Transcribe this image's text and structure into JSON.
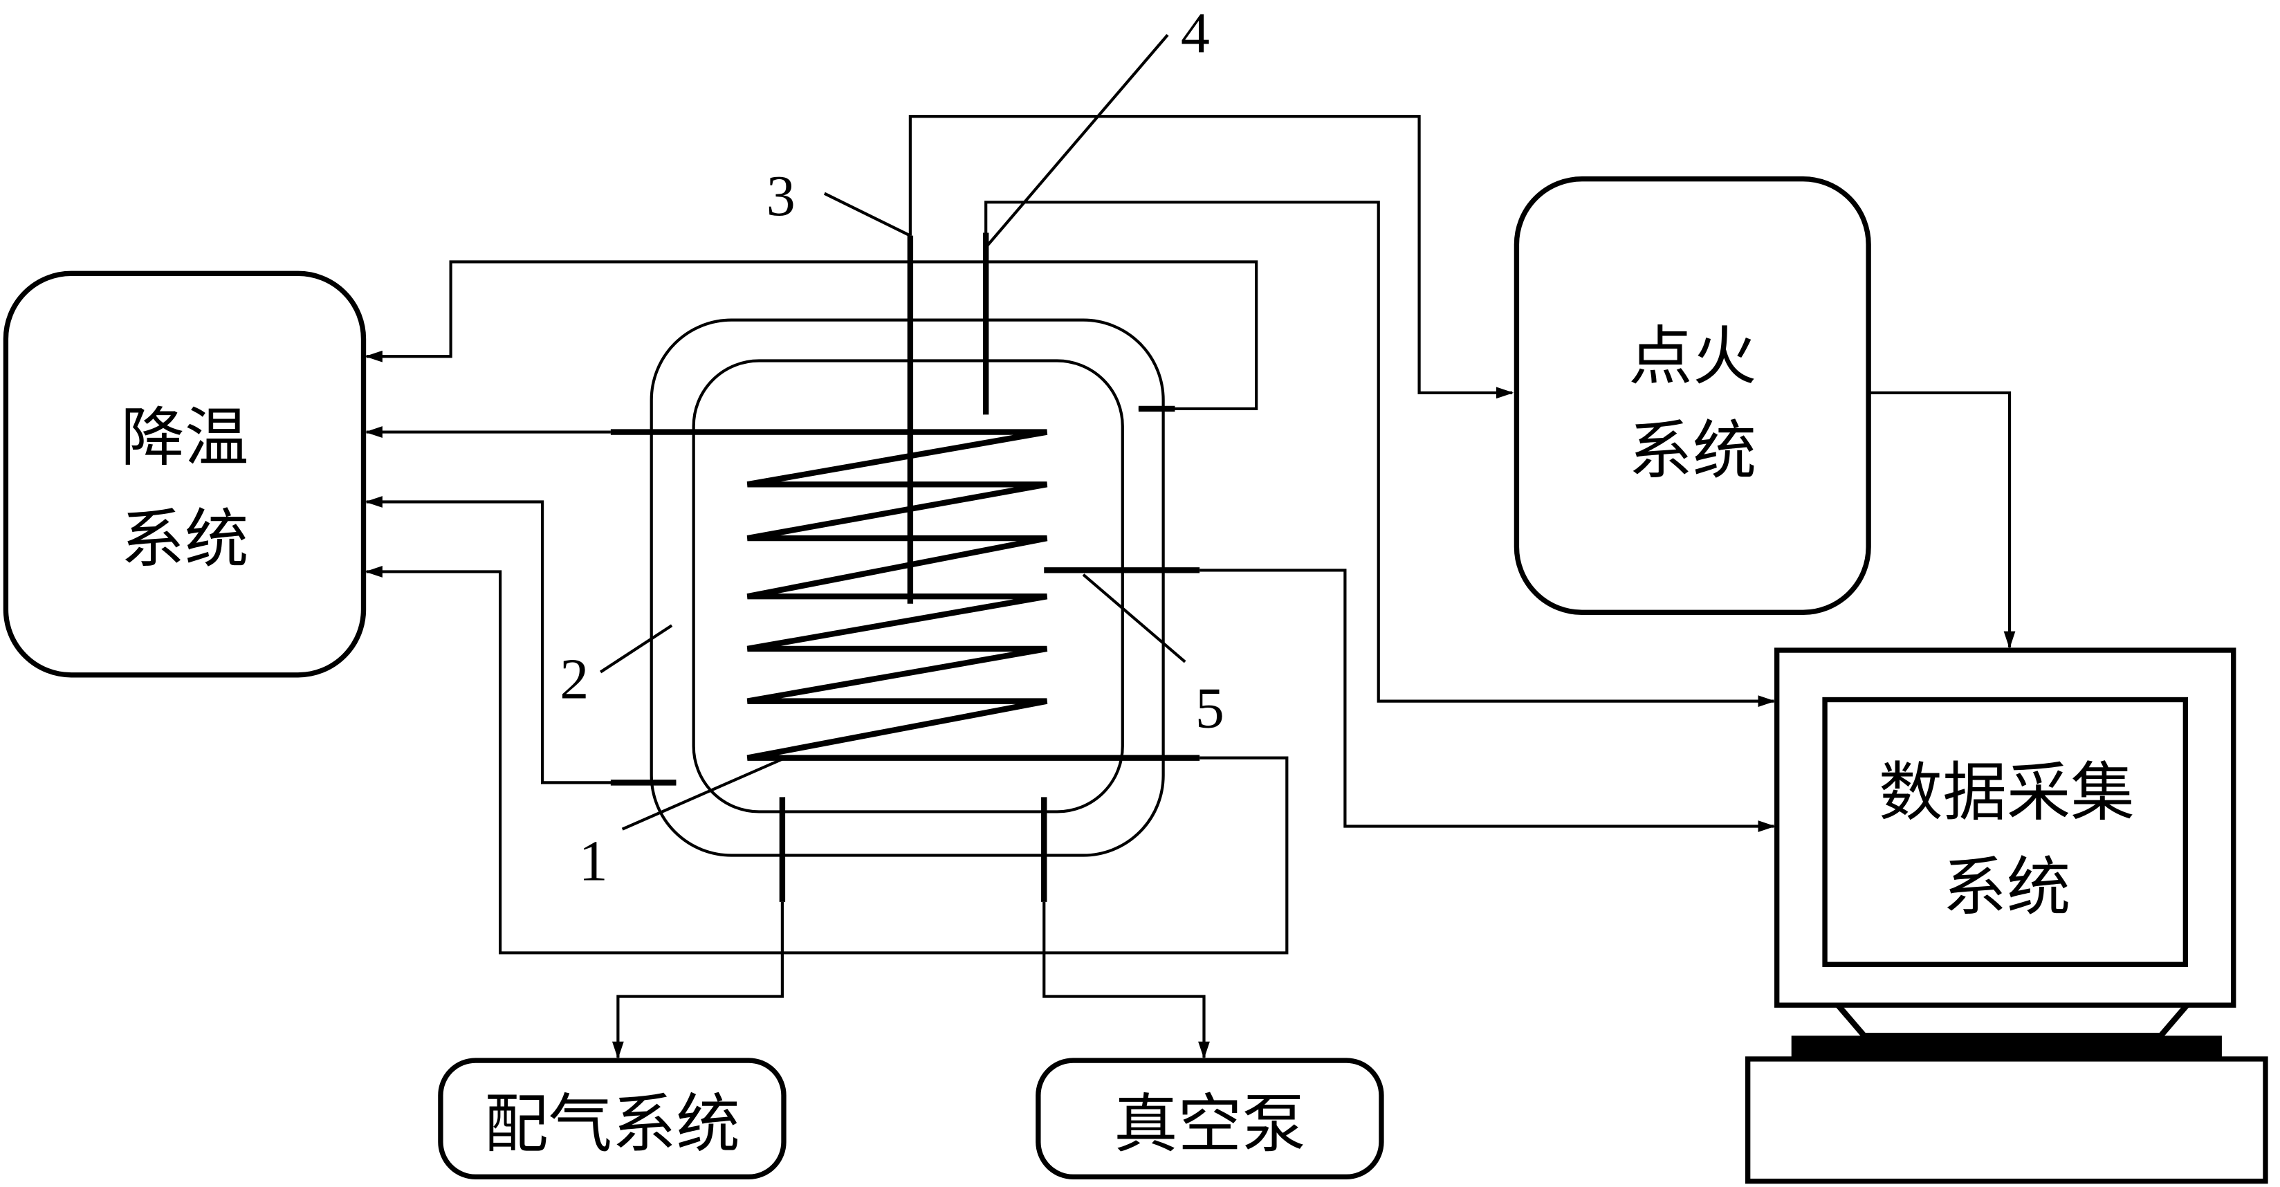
{
  "diagram": {
    "title": "",
    "blocks": {
      "cooling": {
        "line1": "降温",
        "line2": "系统"
      },
      "ignition": {
        "line1": "点火",
        "line2": "系统"
      },
      "daq": {
        "line1": "数据采集",
        "line2": "系统"
      },
      "gas_mixing": {
        "label": "配气系统"
      },
      "vacuum_pump": {
        "label": "真空泵"
      }
    },
    "callouts": [
      {
        "id": "1",
        "label": "1"
      },
      {
        "id": "2",
        "label": "2"
      },
      {
        "id": "3",
        "label": "3"
      },
      {
        "id": "4",
        "label": "4"
      },
      {
        "id": "5",
        "label": "5"
      }
    ],
    "connections": [
      {
        "from": "jacket",
        "to": "cooling"
      },
      {
        "from": "coil-top",
        "to": "cooling"
      },
      {
        "from": "jacket-bottom",
        "to": "cooling"
      },
      {
        "from": "coil-bottom",
        "to": "cooling"
      },
      {
        "from": "electrode-3",
        "to": "ignition"
      },
      {
        "from": "ignition",
        "to": "daq"
      },
      {
        "from": "sensor-4",
        "to": "daq"
      },
      {
        "from": "sensor-5",
        "to": "daq"
      },
      {
        "from": "vessel",
        "to": "gas_mixing"
      },
      {
        "from": "vessel",
        "to": "vacuum_pump"
      }
    ]
  }
}
